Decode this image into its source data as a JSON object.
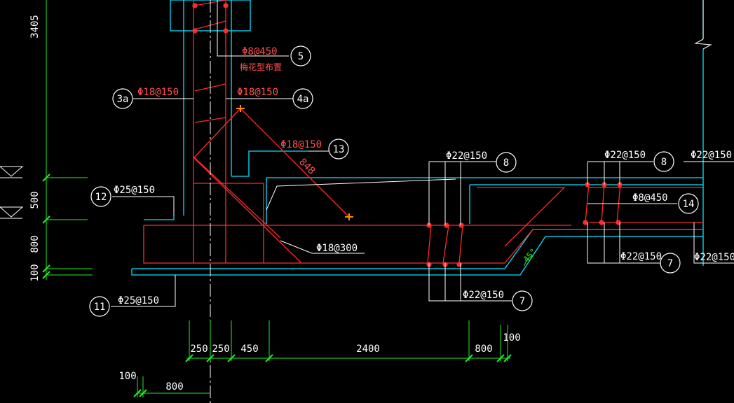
{
  "colors": {
    "background": "#000000",
    "concrete": "#00e5ff",
    "rebar": "#ff2a2a",
    "dimension": "#22ee22",
    "leader": "#ffffff",
    "text": "#ffffff",
    "red_text": "#ff5050",
    "marker": "#ff8800"
  },
  "dims": {
    "left_top": "3405",
    "left_500": "500",
    "left_800": "800",
    "left_100": "100",
    "b_250a": "250",
    "b_250b": "250",
    "b_450": "450",
    "b_2400": "2400",
    "b_800": "800",
    "b_100": "100",
    "bl_100": "100",
    "bl_800": "800"
  },
  "labels": {
    "phi8_450": "Φ8@450",
    "plum": "梅花型布置",
    "phi18_150_3a": "Φ18@150",
    "phi18_150_4a": "Φ18@150",
    "phi18_150_13": "Φ18@150",
    "len_848": "848",
    "phi25_150_12": "Φ25@150",
    "phi25_150_11": "Φ25@150",
    "phi18_300": "Φ18@300",
    "phi22_150_8a": "Φ22@150",
    "phi22_150_7a": "Φ22@150",
    "phi22_150_8b": "Φ22@150",
    "phi8_450_14": "Φ8@450",
    "phi22_150_7b": "Φ22@150",
    "phi22_150_r1": "Φ22@150",
    "phi22_150_r2": "Φ22@150",
    "angle": "45°"
  },
  "callouts": {
    "c5": "5",
    "c3a": "3a",
    "c4a": "4a",
    "c13": "13",
    "c12": "12",
    "c11": "11",
    "c8a": "8",
    "c7a": "7",
    "c8b": "8",
    "c14": "14",
    "c7b": "7"
  }
}
